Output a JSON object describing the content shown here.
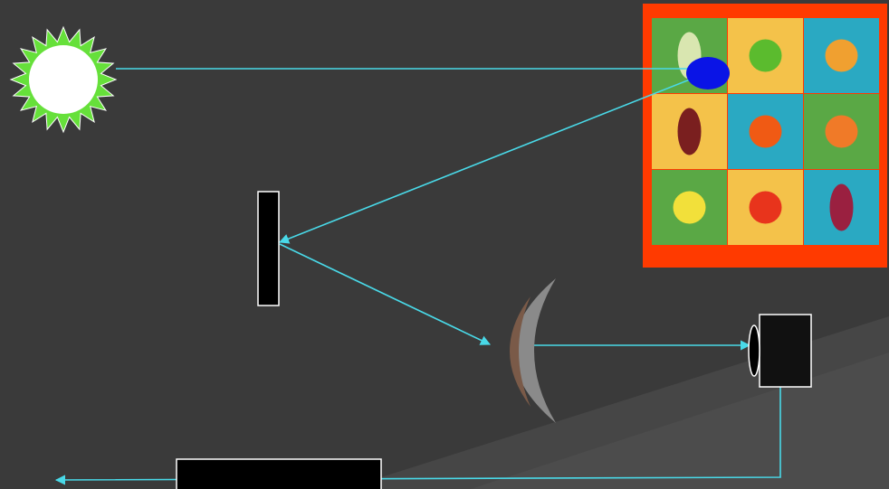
{
  "diagram": {
    "components": [
      {
        "id": "light-source",
        "icon": "sun-icon"
      },
      {
        "id": "scene",
        "icon": "fruit-grid-image"
      },
      {
        "id": "sample-point",
        "icon": "ellipse-spot"
      },
      {
        "id": "flat-mirror",
        "icon": "rectangle"
      },
      {
        "id": "concave-mirror",
        "icon": "crescent-mirror"
      },
      {
        "id": "detector",
        "icon": "camera-icon"
      },
      {
        "id": "output-block",
        "icon": "rectangle"
      }
    ],
    "scene_tiles": [
      {
        "bg": "#5aa845",
        "item": "cabbage"
      },
      {
        "bg": "#f4c24a",
        "item": "lime"
      },
      {
        "bg": "#2aa9c2",
        "item": "orange"
      },
      {
        "bg": "#f4c24a",
        "item": "pear"
      },
      {
        "bg": "#2aa9c2",
        "item": "pepper"
      },
      {
        "bg": "#5aa845",
        "item": "papaya"
      },
      {
        "bg": "#5aa845",
        "item": "lemon"
      },
      {
        "bg": "#f4c24a",
        "item": "tomato"
      },
      {
        "bg": "#2aa9c2",
        "item": "endive"
      }
    ],
    "colors": {
      "background": "#3a3a3a",
      "beam": "#49d9e8",
      "sun_rays": "#66e03a",
      "sun_core": "#ffffff",
      "frame": "#ff3a00",
      "spot": "#0a14e6",
      "mirror_outer": "#8a8a8a",
      "mirror_inner": "#7a5a48",
      "block_fill": "#000000",
      "block_stroke": "#ffffff"
    }
  }
}
